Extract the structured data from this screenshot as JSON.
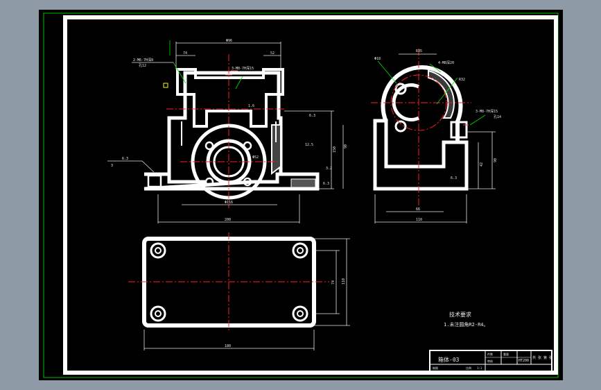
{
  "colors": {
    "outer_bg": "#8e9aa6",
    "canvas": "#000000",
    "frame_green": "#00c000",
    "border_white": "#ffffff",
    "center_red": "#ff2020",
    "dim_white": "#e8e8e8",
    "leader_green": "#00e000",
    "accent_yellow": "#ffff00",
    "tolerance_red": "#ff4040"
  },
  "drawing": {
    "front_view": {
      "dim_top": "Φ96",
      "dim_right_top": "52",
      "dim_left_top": "74",
      "dim_height": "150",
      "dim_height_mid": "90",
      "dim_bottom_inner": "Φ116",
      "dim_bottom_total": "200",
      "bore_label": "Φ52",
      "note_tl": "2-M6-7H深8",
      "note_tl_sub": "孔12",
      "note_side": "3-M8-7H深15",
      "roughness_1": "6.3",
      "roughness_2": "12.5",
      "roughness_3": "3.2",
      "roughness_4": "6.3",
      "roughness_5": "1.6",
      "left_note": "6.3",
      "left_dim": "3"
    },
    "side_view": {
      "dim_top": "Φ18",
      "dim_circle": "R35",
      "note": "4-M8深20",
      "dim_r": "R32",
      "note_right": "3-M8-7H深15",
      "note_right_sub": "孔14",
      "dim_right_h": "42",
      "dim_right_total": "90",
      "dim_bottom_1": "66",
      "dim_bottom_2": "110",
      "rough": "6.3"
    },
    "top_view": {
      "dim_height_1": "74",
      "dim_height_2": "110",
      "dim_width": "180"
    },
    "tech_req": {
      "title": "技术要求",
      "line1": "1.未注圆角R2-R4。"
    },
    "title_block": {
      "part_name": "箱体-03",
      "material": "HT200",
      "scale_label": "比例",
      "scale": "1:1",
      "sheet": "共  张 第 张",
      "qty": "件数",
      "weight": "重量",
      "drawn_by": "制图",
      "checked_by": "审核"
    }
  }
}
